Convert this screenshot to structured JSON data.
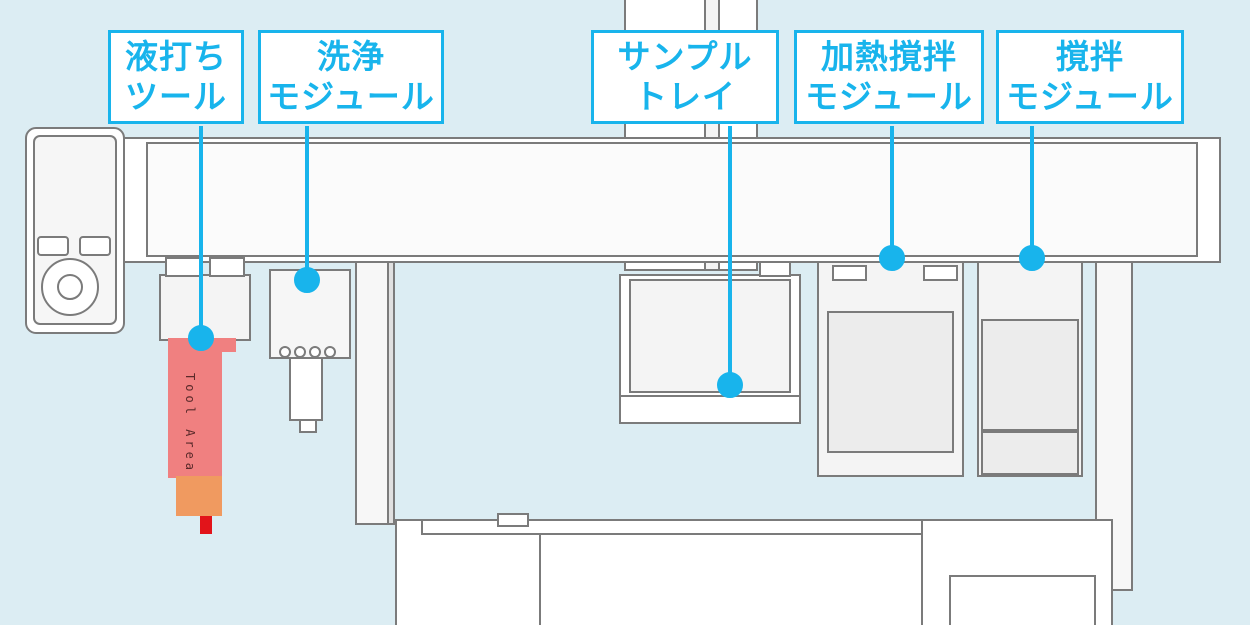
{
  "colors": {
    "background": "#dcedf3",
    "accent": "#18b4ec",
    "machine_fill": "#ffffff",
    "machine_stroke": "#7b7b7b",
    "module_fill": "#ececec",
    "tool_area_red": "#f08080",
    "tool_area_orange": "#f09a60",
    "tip_red": "#e2141a"
  },
  "callouts": [
    {
      "id": "dispensing-tool",
      "lines": [
        "液打ち",
        "ツール"
      ]
    },
    {
      "id": "wash-module",
      "lines": [
        "洗浄",
        "モジュール"
      ]
    },
    {
      "id": "sample-tray",
      "lines": [
        "サンプル",
        "トレイ"
      ]
    },
    {
      "id": "heated-stirring-module",
      "lines": [
        "加熱撹拌",
        "モジュール"
      ]
    },
    {
      "id": "stirring-module",
      "lines": [
        "撹拌",
        "モジュール"
      ]
    }
  ],
  "tool_area": {
    "label": "Tool Area"
  }
}
